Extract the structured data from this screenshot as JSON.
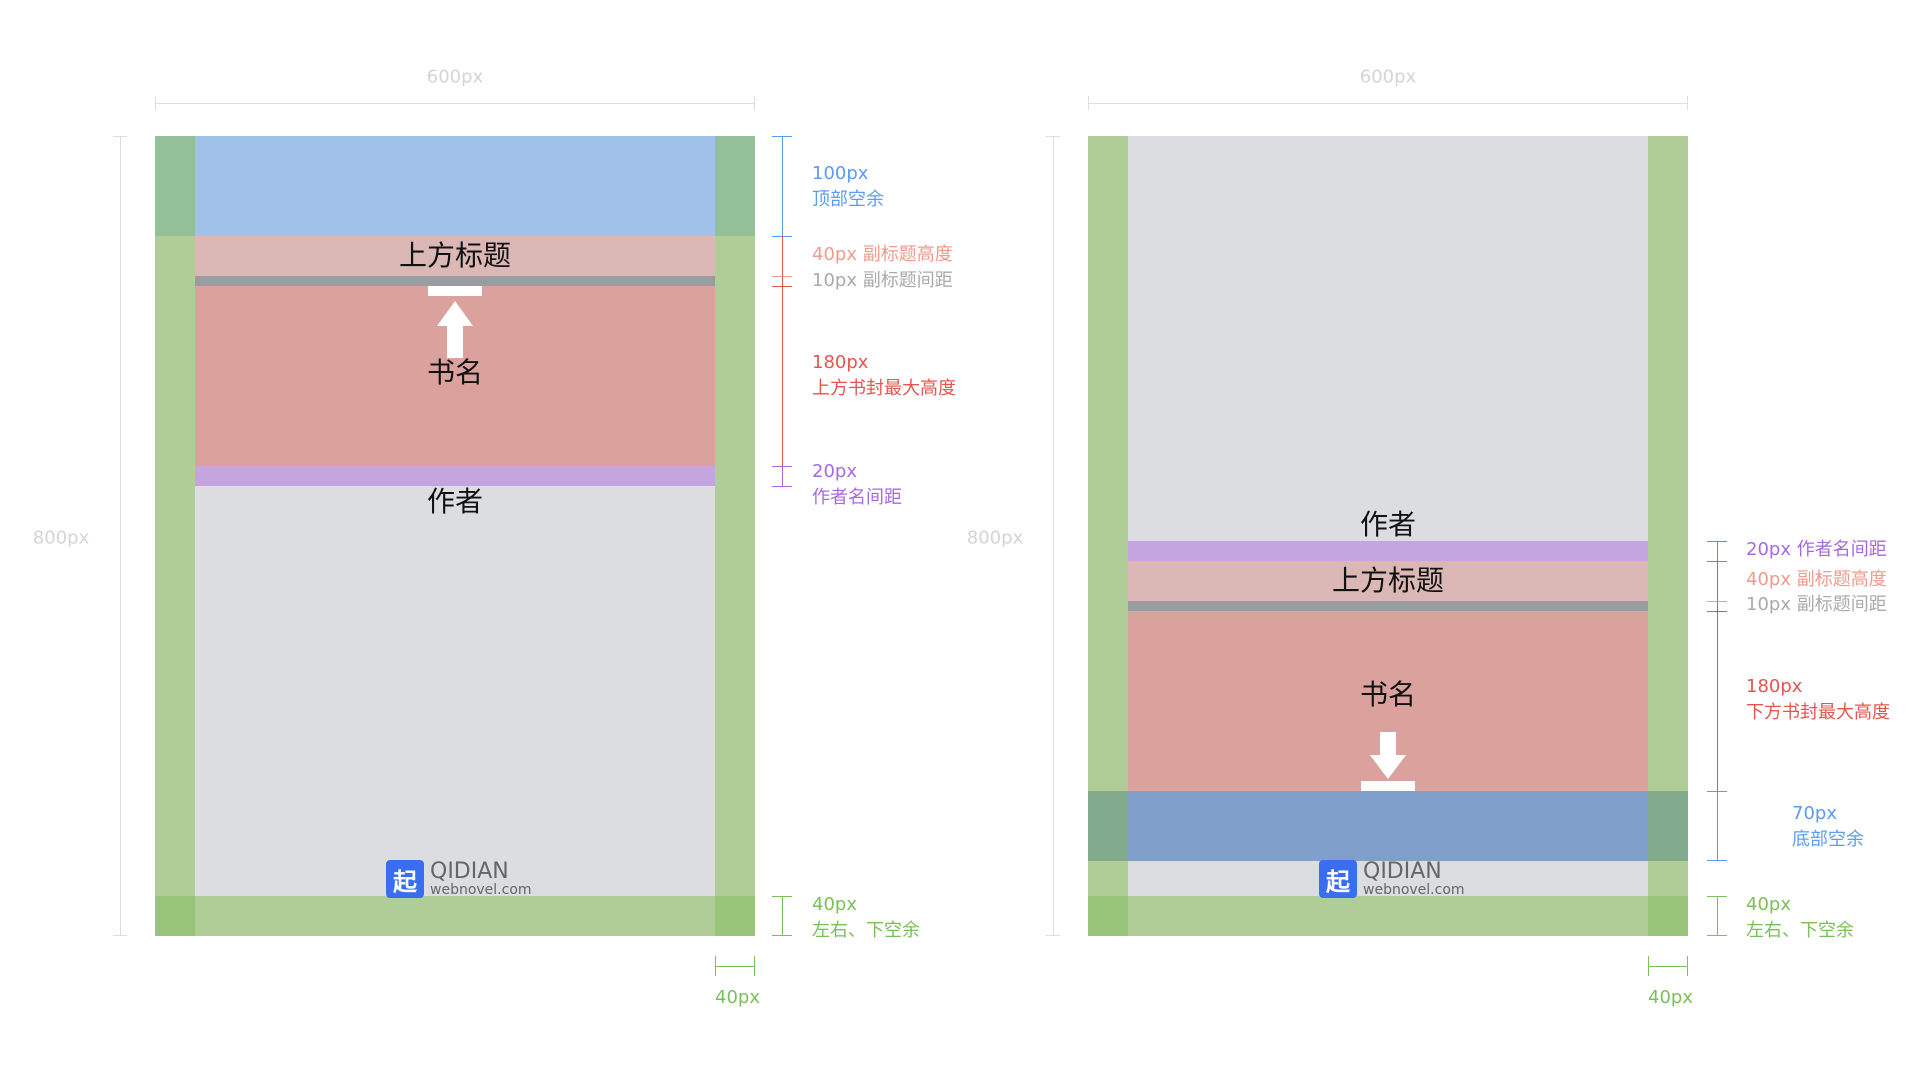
{
  "left_panel": {
    "width_label": "600px",
    "height_label": "800px",
    "subtitle": "上方标题",
    "book_title": "书名",
    "author": "作者",
    "annotations": {
      "top_space_value": "100px",
      "top_space_label": "顶部空余",
      "subtitle_height": "40px 副标题高度",
      "subtitle_gap": "10px 副标题间距",
      "cover_height_value": "180px",
      "cover_height_label": "上方书封最大高度",
      "author_gap_value": "20px",
      "author_gap_label": "作者名间距",
      "margin_value": "40px",
      "margin_label": "左右、下空余",
      "side_margin": "40px"
    }
  },
  "right_panel": {
    "width_label": "600px",
    "height_label": "800px",
    "subtitle": "上方标题",
    "book_title": "书名",
    "author": "作者",
    "annotations": {
      "author_gap": "20px 作者名间距",
      "subtitle_height": "40px 副标题高度",
      "subtitle_gap": "10px 副标题间距",
      "cover_height_value": "180px",
      "cover_height_label": "下方书封最大高度",
      "bottom_space_value": "70px",
      "bottom_space_label": "底部空余",
      "margin_value": "40px",
      "margin_label": "左右、下空余",
      "side_margin": "40px"
    }
  },
  "logo": {
    "icon_char": "起",
    "name": "QIDIAN",
    "domain": "webnovel.com"
  },
  "colors": {
    "blue": "#5b9cf2",
    "salmon": "#ef9a8f",
    "gray": "#aaaaaa",
    "red": "#e5554f",
    "purple": "#a66ae0",
    "green": "#7ac05a"
  }
}
